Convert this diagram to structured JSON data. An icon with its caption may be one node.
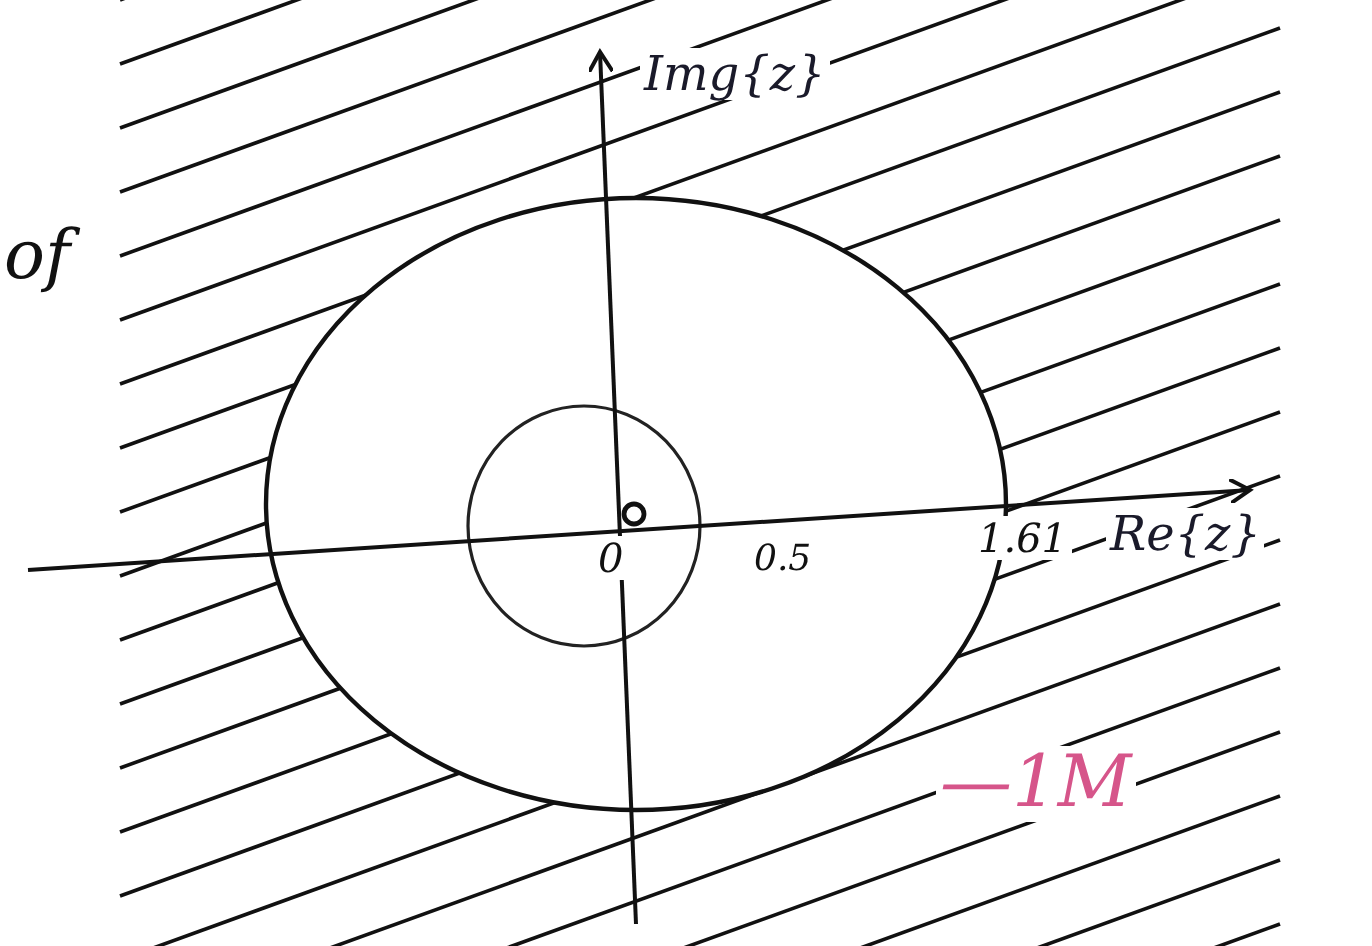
{
  "diagram": {
    "labels": [
      "of",
      "Img{z}",
      "0",
      "0.5",
      "1.61",
      "Re{z}",
      "—1M"
    ]
  }
}
